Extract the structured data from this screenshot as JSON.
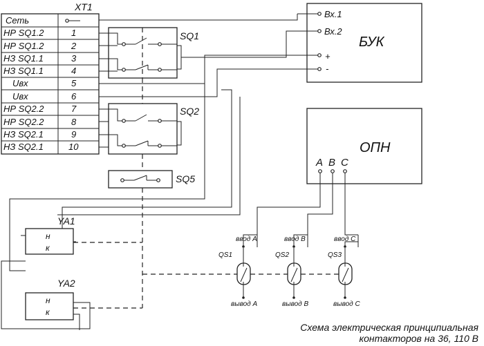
{
  "terminal_block": {
    "title": "XT1",
    "rows": [
      {
        "label": "Сеть",
        "num": ""
      },
      {
        "label": "НР SQ1.2",
        "num": "1"
      },
      {
        "label": "НР SQ1.2",
        "num": "2"
      },
      {
        "label": "НЗ SQ1.1",
        "num": "3"
      },
      {
        "label": "НЗ SQ1.1",
        "num": "4"
      },
      {
        "label": "Uвх",
        "num": "5"
      },
      {
        "label": "Uвх",
        "num": "6"
      },
      {
        "label": "НР SQ2.2",
        "num": "7"
      },
      {
        "label": "НР SQ2.2",
        "num": "8"
      },
      {
        "label": "НЗ SQ2.1",
        "num": "9"
      },
      {
        "label": "НЗ SQ2.1",
        "num": "10"
      }
    ]
  },
  "switches": {
    "sq1": "SQ1",
    "sq2": "SQ2",
    "sq5": "SQ5"
  },
  "buk": {
    "title": "БУК",
    "ports": [
      "Вх.1",
      "Вх.2",
      "+",
      "-"
    ]
  },
  "opn": {
    "title": "ОПН",
    "phases": [
      "A",
      "B",
      "C"
    ]
  },
  "coils": {
    "ya1": {
      "title": "YA1",
      "n": "н",
      "k": "к"
    },
    "ya2": {
      "title": "YA2",
      "n": "н",
      "k": "к"
    }
  },
  "breakers": [
    {
      "name": "QS1",
      "input": "ввод A",
      "output": "вывод A"
    },
    {
      "name": "QS2",
      "input": "ввод B",
      "output": "вывод B"
    },
    {
      "name": "QS3",
      "input": "ввод C",
      "output": "вывод C"
    }
  ],
  "caption": {
    "line1": "Схема электрическая принципиальная",
    "line2": "контакторов на 36, 110 В"
  }
}
